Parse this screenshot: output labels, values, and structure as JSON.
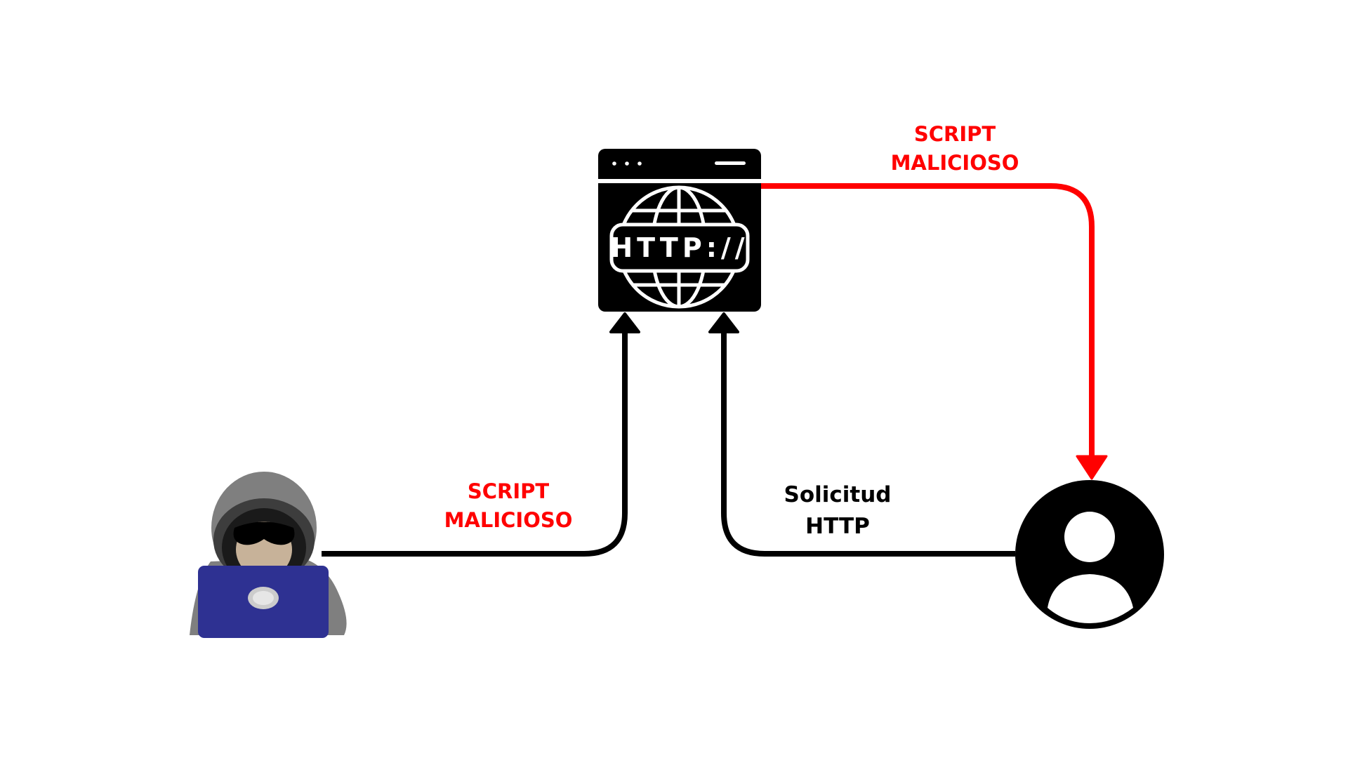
{
  "colors": {
    "attack": "#ff0000",
    "normal": "#000000",
    "hood": "#7f7f7f",
    "hood_dark": "#4a4a4a",
    "skin": "#c7b299",
    "laptop": "#2e3192",
    "laptop_logo": "#cccccc"
  },
  "labels": {
    "attacker_to_server": [
      "SCRIPT",
      "MALICIOSO"
    ],
    "server_to_user": [
      "SCRIPT",
      "MALICIOSO"
    ],
    "user_to_server": [
      "Solicitud",
      "HTTP"
    ]
  },
  "server": {
    "icon": "http-globe-icon",
    "text": "HTTP://"
  },
  "attacker": {
    "icon": "hacker-icon"
  },
  "user": {
    "icon": "user-avatar-icon"
  }
}
